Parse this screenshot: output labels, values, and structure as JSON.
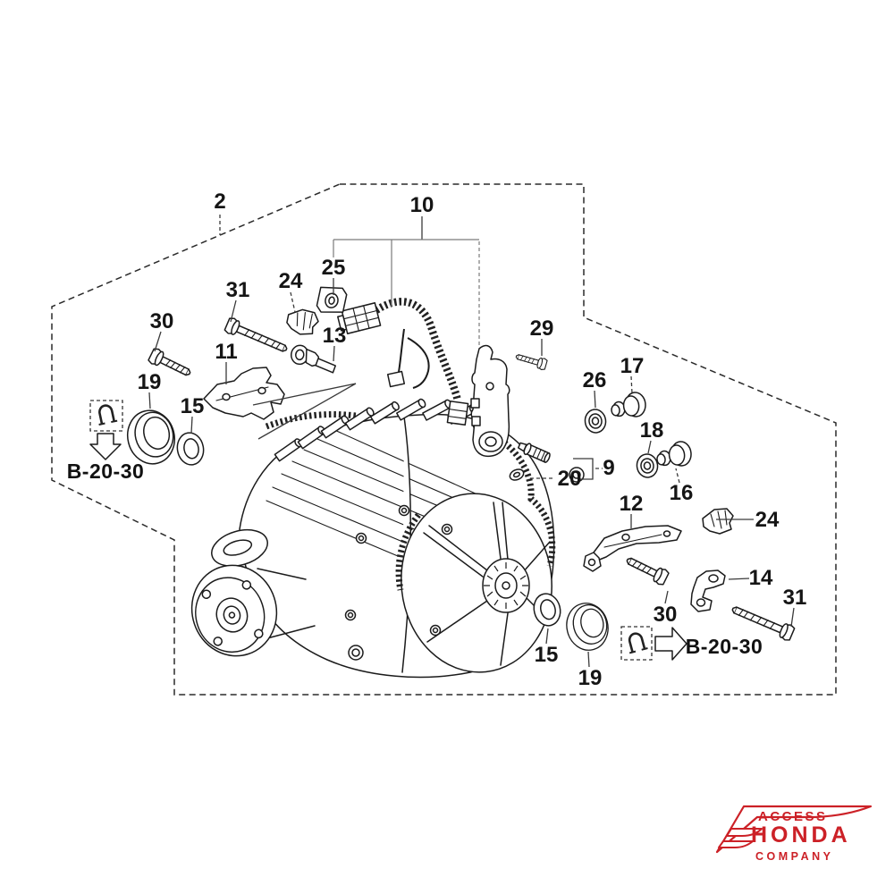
{
  "diagram": {
    "part_labels": [
      {
        "text": "2"
      },
      {
        "text": "10"
      },
      {
        "text": "25"
      },
      {
        "text": "24"
      },
      {
        "text": "31"
      },
      {
        "text": "30"
      },
      {
        "text": "13"
      },
      {
        "text": "11"
      },
      {
        "text": "19"
      },
      {
        "text": "15"
      },
      {
        "text": "29"
      },
      {
        "text": "26"
      },
      {
        "text": "17"
      },
      {
        "text": "18"
      },
      {
        "text": "16"
      },
      {
        "text": "9"
      },
      {
        "text": "20"
      },
      {
        "text": "12"
      },
      {
        "text": "24"
      },
      {
        "text": "14"
      },
      {
        "text": "30"
      },
      {
        "text": "31"
      },
      {
        "text": "15"
      },
      {
        "text": "19"
      }
    ],
    "reference_links": [
      {
        "text": "B-20-30"
      },
      {
        "text": "B-20-30"
      }
    ]
  },
  "logo": {
    "line1": "ACCESS",
    "line2": "HONDA",
    "line3": "COMPANY",
    "color": "#cc2127"
  },
  "colors": {
    "line": "#1b1b1b",
    "leader": "#3a3a3a"
  }
}
